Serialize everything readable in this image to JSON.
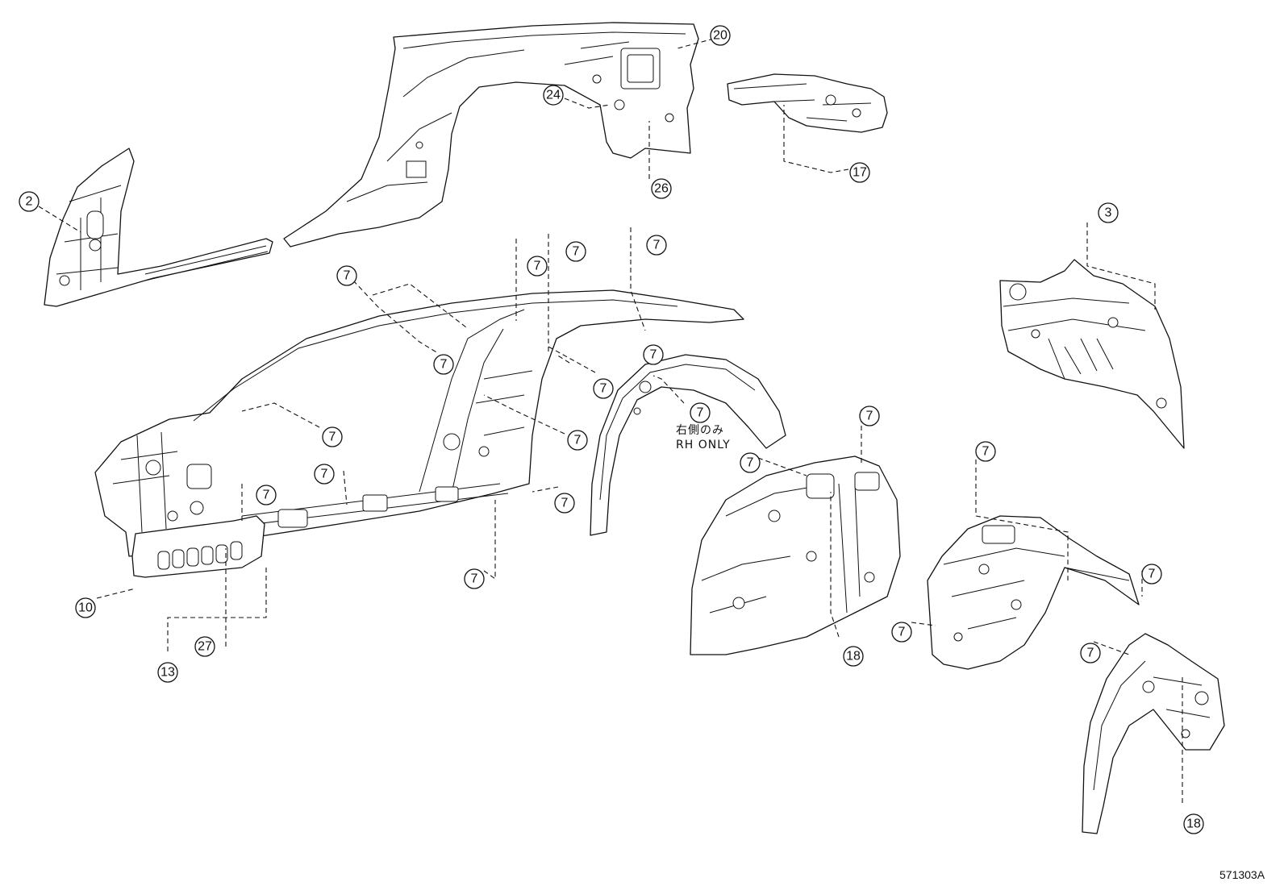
{
  "callouts": {
    "c2": "2",
    "c3": "3",
    "c7": "7",
    "c10": "10",
    "c13": "13",
    "c17": "17",
    "c18": "18",
    "c20": "20",
    "c24": "24",
    "c26": "26",
    "c27": "27"
  },
  "note": {
    "jp": "右側のみ",
    "en": "RH ONLY"
  },
  "diagram_code": "571303A"
}
